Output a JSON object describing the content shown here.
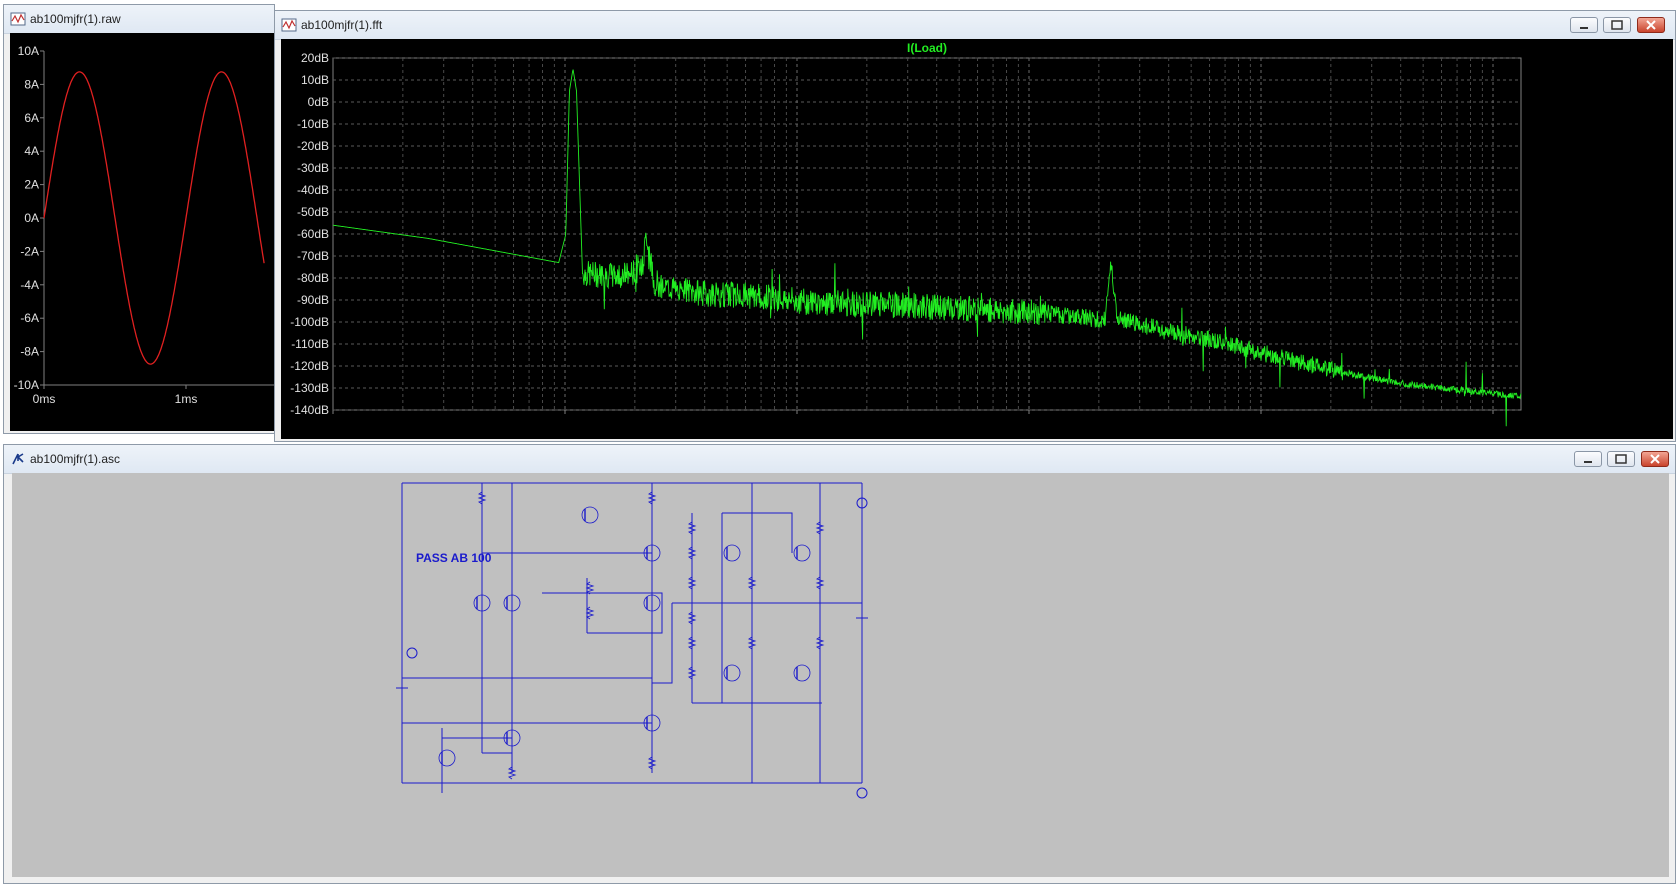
{
  "windows": {
    "raw": {
      "title": "ab100mjfr(1).raw"
    },
    "fft": {
      "title": "ab100mjfr(1).fft"
    },
    "asc": {
      "title": "ab100mjfr(1).asc"
    }
  },
  "raw_plot": {
    "y_ticks": [
      "10A",
      "8A",
      "6A",
      "4A",
      "2A",
      "0A",
      "-2A",
      "-4A",
      "-6A",
      "-8A",
      "-10A"
    ],
    "x_ticks": [
      "0ms",
      "1ms"
    ],
    "trace_color": "#e02020"
  },
  "fft_plot": {
    "trace_title": "I(Load)",
    "y_ticks": [
      "20dB",
      "10dB",
      "0dB",
      "-10dB",
      "-20dB",
      "-30dB",
      "-40dB",
      "-50dB",
      "-60dB",
      "-70dB",
      "-80dB",
      "-90dB",
      "-100dB",
      "-110dB",
      "-120dB",
      "-130dB",
      "-140dB"
    ],
    "trace_color": "#22ee22"
  },
  "schematic": {
    "label": "PASS AB 100",
    "wire_color": "#1a1acc",
    "background": "#c0c0c0"
  },
  "chart_data": [
    {
      "type": "line",
      "ylim": [
        -10,
        10
      ],
      "y_unit": "A",
      "x_ticks": [
        "0ms",
        "1ms"
      ],
      "series": [
        {
          "x": [
            0,
            0.25,
            0.5,
            0.75,
            1.0,
            1.25,
            1.4
          ],
          "values": [
            0,
            8.7,
            0,
            -8.8,
            0,
            8.7,
            5.0
          ]
        }
      ],
      "grid": false
    },
    {
      "type": "line",
      "title": "I(Load)",
      "ylim": [
        -140,
        20
      ],
      "y_unit": "dB",
      "grid": true,
      "series": [
        {
          "name": "I(Load)",
          "x": [
            0.0,
            0.08,
            0.15,
            0.19,
            0.196,
            0.199,
            0.202,
            0.205,
            0.21,
            0.24,
            0.26,
            0.264,
            0.27,
            0.28,
            0.29,
            0.31,
            0.35,
            0.37,
            0.4,
            0.5,
            0.6,
            0.65,
            0.655,
            0.66,
            0.7,
            0.75,
            0.78,
            0.82,
            0.86,
            0.9,
            0.95,
            1.0
          ],
          "values": [
            -56,
            -62,
            -69,
            -73,
            -60,
            5,
            15,
            5,
            -78,
            -79,
            -77,
            -60,
            -82,
            -84,
            -85,
            -87,
            -88,
            -89,
            -91,
            -93,
            -96,
            -99,
            -73,
            -98,
            -104,
            -109,
            -114,
            -119,
            -124,
            -128,
            -131,
            -134
          ]
        }
      ]
    }
  ]
}
